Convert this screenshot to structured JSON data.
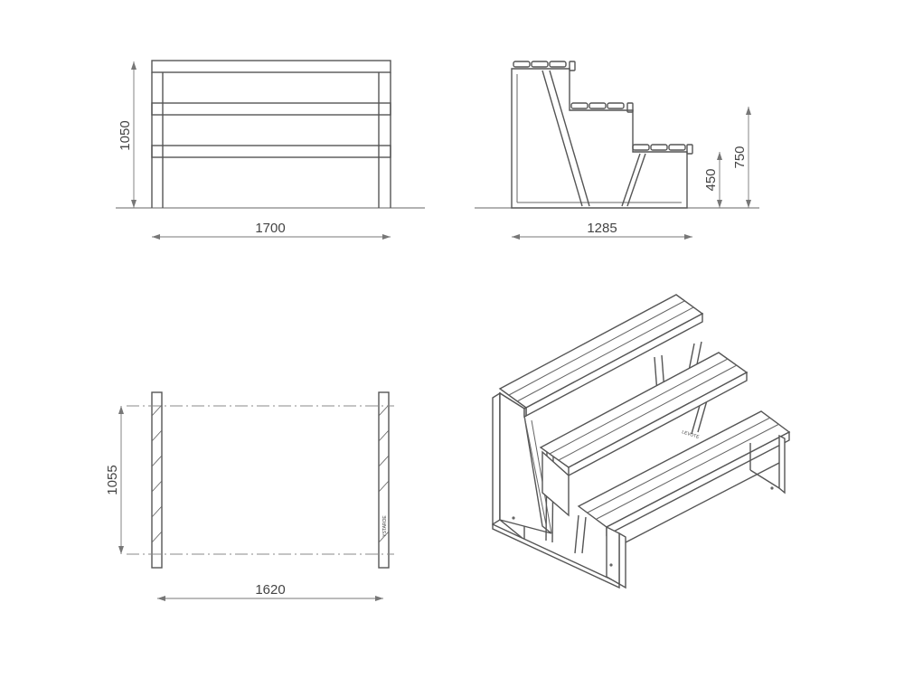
{
  "front_view": {
    "width_label": "1700",
    "height_label": "1050"
  },
  "side_view": {
    "depth_label": "1285",
    "step1_height_label": "450",
    "step2_height_label": "750"
  },
  "plan_view": {
    "width_label": "1620",
    "depth_label": "1055",
    "stamp_label": "YSTAROE"
  },
  "iso_view": {
    "logo_label": "LEVOTE"
  }
}
